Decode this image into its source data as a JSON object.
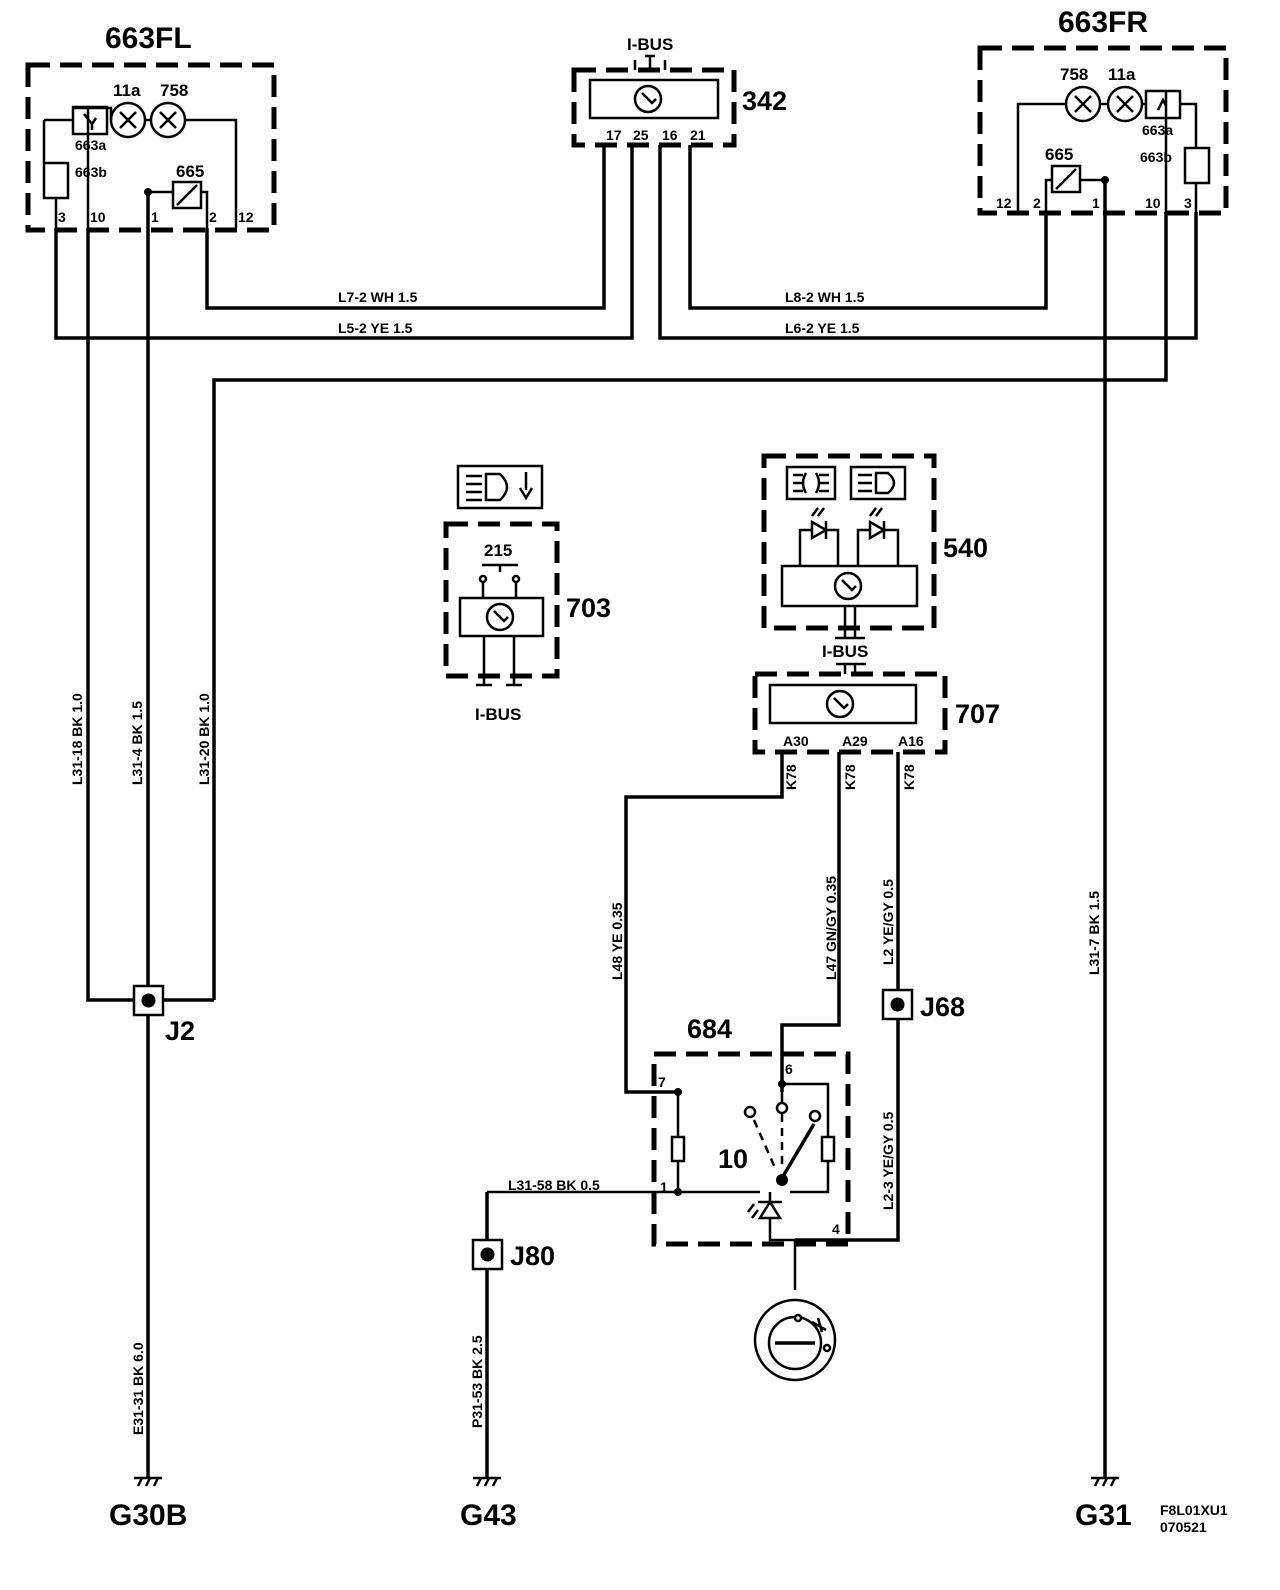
{
  "components": {
    "c663fl": {
      "label": "663FL",
      "lamp_11a": "11a",
      "lamp_758": "758",
      "sub_a": "663a",
      "sub_b": "663b",
      "motor": "665",
      "pins": [
        "3",
        "10",
        "1",
        "2",
        "12"
      ]
    },
    "c663fr": {
      "label": "663FR",
      "lamp_758": "758",
      "lamp_11a": "11a",
      "sub_a": "663a",
      "sub_b": "663b",
      "motor": "665",
      "pins": [
        "12",
        "2",
        "1",
        "10",
        "3"
      ]
    },
    "c342": {
      "label": "342",
      "bus": "I-BUS",
      "pins": [
        "17",
        "25",
        "16",
        "21"
      ]
    },
    "c703": {
      "label": "703",
      "switch": "215",
      "bus": "I-BUS"
    },
    "c540": {
      "label": "540",
      "bus": "I-BUS"
    },
    "c707": {
      "label": "707",
      "pins": [
        "A30",
        "A29",
        "A16"
      ],
      "conn": [
        "K78",
        "K78",
        "K78"
      ]
    },
    "c684": {
      "label": "684",
      "inner": "10",
      "pins": [
        "7",
        "6",
        "1",
        "4"
      ]
    }
  },
  "wires": {
    "l7": "L7-2   WH 1.5",
    "l5": "L5-2   YE 1.5",
    "l8a": "L8-2   WH 1.5",
    "l8b": "L6-2   YE 1.5",
    "v1": "L31-18  BK 1.0",
    "v2": "L31-4  BK 1.5",
    "v3": "L31-20  BK 1.0",
    "v4": "L31-7  BK  1.5",
    "v5": "L48  YE  0.35",
    "v6": "L47  GN/GY 0.35",
    "v7": "L2  YE/GY  0.5",
    "v8": "L2-3    YE/GY  0.5",
    "v9": "E31-31  BK  6.0",
    "v10": "P31-53  BK 2.5",
    "h1": "L31-58  BK   0.5"
  },
  "junctions": {
    "j2": "J2",
    "j68": "J68",
    "j80": "J80"
  },
  "grounds": {
    "g30b": "G30B",
    "g43": "G43",
    "g31": "G31"
  },
  "ref": {
    "line1": "F8L01XU1",
    "line2": "070521"
  }
}
